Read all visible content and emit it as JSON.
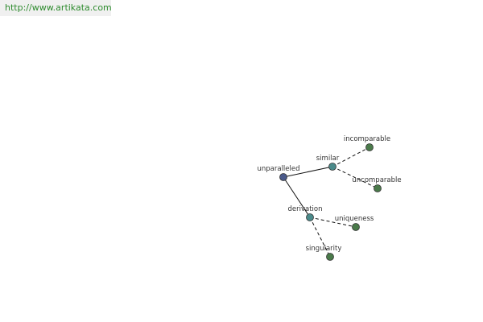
{
  "header": {
    "url": "http://www.artikata.com"
  },
  "colors": {
    "url_text": "#2e8b2e",
    "url_bg": "#f0f0f0",
    "root_node": "#4a5a8a",
    "mid_node": "#4a8a8a",
    "leaf_node": "#4a7a4a",
    "node_stroke": "#333333",
    "edge": "#111111"
  },
  "graph": {
    "nodes": [
      {
        "id": "unparalleled",
        "label": "unparalleled",
        "kind": "root"
      },
      {
        "id": "similar",
        "label": "similar",
        "kind": "mid"
      },
      {
        "id": "derivation",
        "label": "derivation",
        "kind": "mid"
      },
      {
        "id": "incomparable",
        "label": "incomparable",
        "kind": "leaf"
      },
      {
        "id": "uncomparable",
        "label": "uncomparable",
        "kind": "leaf"
      },
      {
        "id": "uniqueness",
        "label": "uniqueness",
        "kind": "leaf"
      },
      {
        "id": "singularity",
        "label": "singularity",
        "kind": "leaf"
      }
    ],
    "edges": [
      {
        "from": "unparalleled",
        "to": "similar",
        "style": "solid"
      },
      {
        "from": "unparalleled",
        "to": "derivation",
        "style": "solid"
      },
      {
        "from": "similar",
        "to": "incomparable",
        "style": "dashed"
      },
      {
        "from": "similar",
        "to": "uncomparable",
        "style": "dashed"
      },
      {
        "from": "derivation",
        "to": "uniqueness",
        "style": "dashed"
      },
      {
        "from": "derivation",
        "to": "singularity",
        "style": "dashed"
      }
    ]
  }
}
